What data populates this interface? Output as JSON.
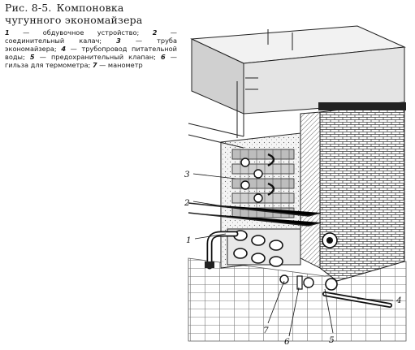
{
  "figure": {
    "number": "Рис. 8-5.",
    "title": "Компоновка чугунного экономайзера"
  },
  "legend": [
    {
      "num": "1",
      "text": "обдувочное устройство;"
    },
    {
      "num": "2",
      "text": "соединительный калач;"
    },
    {
      "num": "3",
      "text": "труба экономайзера;"
    },
    {
      "num": "4",
      "text": "трубопровод питательной воды;"
    },
    {
      "num": "5",
      "text": "предохранительный клапан;"
    },
    {
      "num": "6",
      "text": "гильза для термометра;"
    },
    {
      "num": "7",
      "text": "манометр"
    }
  ],
  "callouts": [
    "3",
    "2",
    "1",
    "4",
    "7",
    "6",
    "5"
  ]
}
